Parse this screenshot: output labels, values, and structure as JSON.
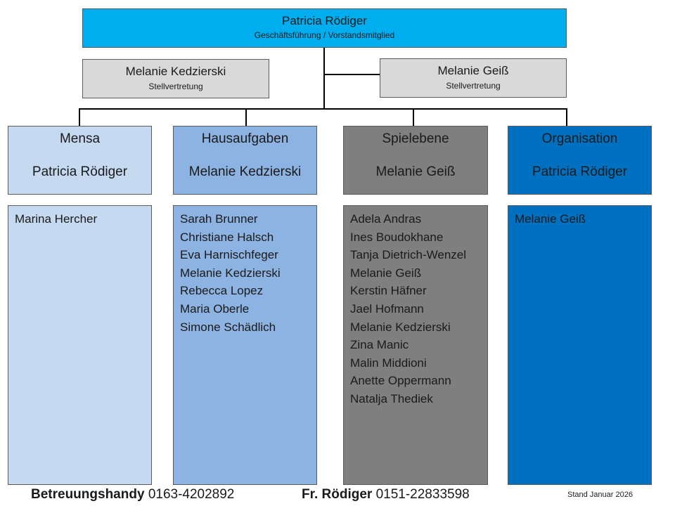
{
  "top": {
    "name": "Patricia Rödiger",
    "role": "Geschäftsführung / Vorstandsmitglied"
  },
  "deputies": [
    {
      "name": "Melanie Kedzierski",
      "role": "Stellvertretung"
    },
    {
      "name": "Melanie Geiß",
      "role": "Stellvertretung"
    }
  ],
  "departments": [
    {
      "title": "Mensa",
      "lead": "Patricia Rödiger",
      "color": "#c5d9f1",
      "members": [
        "Marina Hercher"
      ]
    },
    {
      "title": "Hausaufgaben",
      "lead": "Melanie Kedzierski",
      "color": "#8db3e2",
      "members": [
        "Sarah Brunner",
        "Christiane Halsch",
        "Eva Harnischfeger",
        "Melanie Kedzierski",
        "Rebecca Lopez",
        "Maria Oberle",
        "Simone Schädlich"
      ]
    },
    {
      "title": "Spielebene",
      "lead": "Melanie Geiß",
      "color": "#7f7f7f",
      "members": [
        "Adela Andras",
        "Ines Boudokhane",
        "Tanja Dietrich-Wenzel",
        "Melanie Geiß",
        "Kerstin Häfner",
        "Jael Hofmann",
        "Melanie Kedzierski",
        "Zina Manic",
        "Malin Middioni",
        "Anette Oppermann",
        "Natalja Thediek"
      ]
    },
    {
      "title": "Organisation",
      "lead": "Patricia Rödiger",
      "color": "#0070c0",
      "members": [
        "Melanie Geiß"
      ]
    }
  ],
  "footer": {
    "phone1_label": "Betreuungshandy",
    "phone1": "0163-4202892",
    "phone2_label": "Fr. Rödiger",
    "phone2": "0151-22833598",
    "stand": "Stand Januar 2026"
  }
}
